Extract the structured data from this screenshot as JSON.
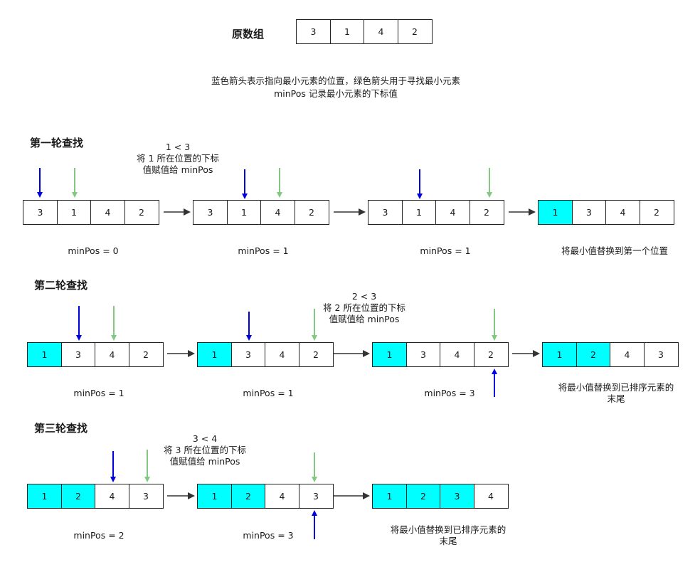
{
  "title": "原数组",
  "original": [
    "3",
    "1",
    "4",
    "2"
  ],
  "description": [
    "蓝色箭头表示指向最小元素的位置，绿色箭头用于寻找最小元素",
    "minPos 记录最小元素的下标值"
  ],
  "rounds": [
    {
      "heading": "第一轮查找",
      "note": [
        "1 < 3",
        "将 1 所在位置的下标",
        "值赋值给 minPos"
      ],
      "steps": [
        {
          "cells": [
            "3",
            "1",
            "4",
            "2"
          ],
          "label": "minPos = 0"
        },
        {
          "cells": [
            "3",
            "1",
            "4",
            "2"
          ],
          "label": "minPos = 1"
        },
        {
          "cells": [
            "3",
            "1",
            "4",
            "2"
          ],
          "label": "minPos = 1"
        },
        {
          "cells": [
            "1",
            "3",
            "4",
            "2"
          ],
          "label": [
            "将最小值替换到第一个位置"
          ]
        }
      ]
    },
    {
      "heading": "第二轮查找",
      "note": [
        "2 < 3",
        "将 2 所在位置的下标",
        "值赋值给 minPos"
      ],
      "steps": [
        {
          "cells": [
            "1",
            "3",
            "4",
            "2"
          ],
          "label": "minPos = 1"
        },
        {
          "cells": [
            "1",
            "3",
            "4",
            "2"
          ],
          "label": "minPos = 1"
        },
        {
          "cells": [
            "1",
            "3",
            "4",
            "2"
          ],
          "label": "minPos = 3"
        },
        {
          "cells": [
            "1",
            "2",
            "4",
            "3"
          ],
          "label": [
            "将最小值替换到已排序元素的",
            "末尾"
          ]
        }
      ]
    },
    {
      "heading": "第三轮查找",
      "note": [
        "3 < 4",
        "将 3 所在位置的下标",
        "值赋值给 minPos"
      ],
      "steps": [
        {
          "cells": [
            "1",
            "2",
            "4",
            "3"
          ],
          "label": "minPos = 2"
        },
        {
          "cells": [
            "1",
            "2",
            "4",
            "3"
          ],
          "label": "minPos = 3"
        },
        {
          "cells": [
            "1",
            "2",
            "3",
            "4"
          ],
          "label": [
            "将最小值替换到已排序元素的",
            "末尾"
          ]
        }
      ]
    }
  ],
  "colors": {
    "highlight": "#00ffff",
    "blue_arrow": "#0000dd",
    "green_arrow": "#82c882",
    "connector": "#333333"
  }
}
